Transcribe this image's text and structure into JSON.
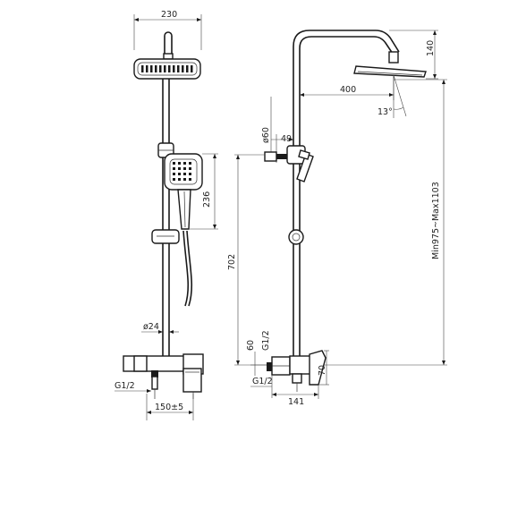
{
  "front_view": {
    "dim_head_width": "230",
    "dim_hand_shower_height": "236",
    "dim_pipe_diameter": "ø24",
    "dim_inlet_thread": "G1/2",
    "dim_centres": "150±5"
  },
  "side_view": {
    "dim_head_drop": "140",
    "dim_arm_reach": "400",
    "dim_head_tilt": "13°",
    "dim_bracket_diameter": "ø60",
    "dim_bracket_offset": "49",
    "dim_total_height": "Min975~Max1103",
    "dim_rail_height": "702",
    "dim_inlet_height": "60",
    "dim_inlet_thread_upper": "G1/2",
    "dim_inlet_thread_lower": "G1/2",
    "dim_mixer_depth": "141",
    "dim_mixer_height": "70"
  }
}
